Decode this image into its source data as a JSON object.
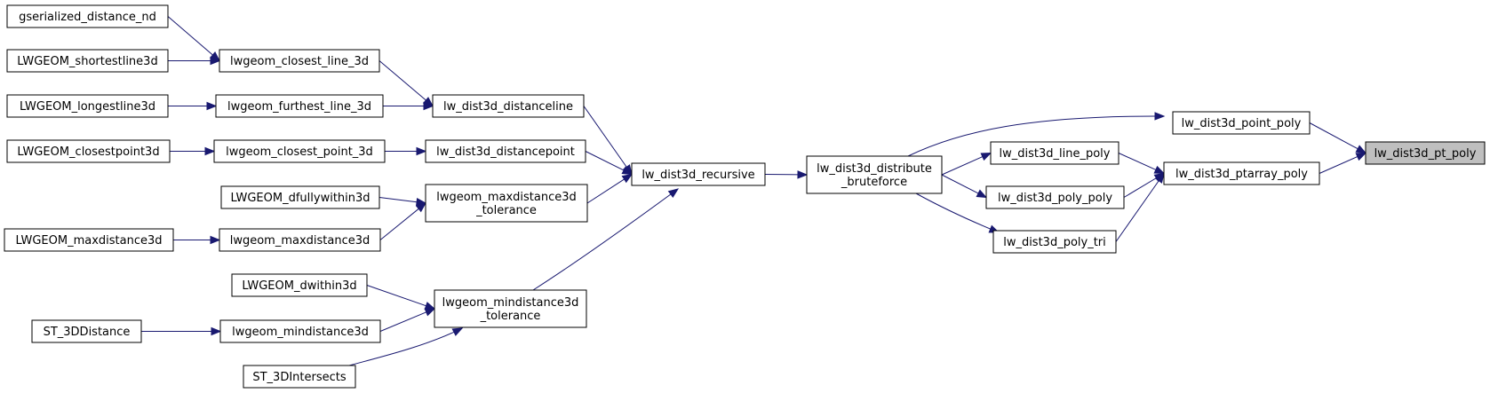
{
  "nodes": [
    {
      "id": "n0",
      "lines": [
        "lw_dist3d_pt_poly"
      ],
      "current": true
    },
    {
      "id": "n1",
      "lines": [
        "lw_dist3d_point_poly"
      ]
    },
    {
      "id": "n2",
      "lines": [
        "lw_dist3d_ptarray_poly"
      ]
    },
    {
      "id": "n3",
      "lines": [
        "lw_dist3d_distribute",
        "_bruteforce"
      ]
    },
    {
      "id": "n4",
      "lines": [
        "lw_dist3d_line_poly"
      ]
    },
    {
      "id": "n5",
      "lines": [
        "lw_dist3d_poly_poly"
      ]
    },
    {
      "id": "n6",
      "lines": [
        "lw_dist3d_poly_tri"
      ]
    },
    {
      "id": "n7",
      "lines": [
        "lw_dist3d_recursive"
      ]
    },
    {
      "id": "n8",
      "lines": [
        "lw_dist3d_distanceline"
      ]
    },
    {
      "id": "n9",
      "lines": [
        "lw_dist3d_distancepoint"
      ]
    },
    {
      "id": "n10",
      "lines": [
        "lwgeom_maxdistance3d",
        "_tolerance"
      ]
    },
    {
      "id": "n11",
      "lines": [
        "lwgeom_mindistance3d",
        "_tolerance"
      ]
    },
    {
      "id": "n12",
      "lines": [
        "lwgeom_closest_line_3d"
      ]
    },
    {
      "id": "n13",
      "lines": [
        "lwgeom_furthest_line_3d"
      ]
    },
    {
      "id": "n14",
      "lines": [
        "lwgeom_closest_point_3d"
      ]
    },
    {
      "id": "n15",
      "lines": [
        "LWGEOM_dfullywithin3d"
      ]
    },
    {
      "id": "n16",
      "lines": [
        "lwgeom_maxdistance3d"
      ]
    },
    {
      "id": "n17",
      "lines": [
        "LWGEOM_dwithin3d"
      ]
    },
    {
      "id": "n18",
      "lines": [
        "lwgeom_mindistance3d"
      ]
    },
    {
      "id": "n19",
      "lines": [
        "ST_3DIntersects"
      ]
    },
    {
      "id": "n20",
      "lines": [
        "gserialized_distance_nd"
      ]
    },
    {
      "id": "n21",
      "lines": [
        "LWGEOM_shortestline3d"
      ]
    },
    {
      "id": "n22",
      "lines": [
        "LWGEOM_longestline3d"
      ]
    },
    {
      "id": "n23",
      "lines": [
        "LWGEOM_closestpoint3d"
      ]
    },
    {
      "id": "n24",
      "lines": [
        "LWGEOM_maxdistance3d"
      ]
    },
    {
      "id": "n25",
      "lines": [
        "ST_3DDistance"
      ]
    }
  ],
  "edges": [
    {
      "from": "n1",
      "to": "n0"
    },
    {
      "from": "n2",
      "to": "n0"
    },
    {
      "from": "n3",
      "to": "n1"
    },
    {
      "from": "n4",
      "to": "n2"
    },
    {
      "from": "n5",
      "to": "n2"
    },
    {
      "from": "n6",
      "to": "n2"
    },
    {
      "from": "n3",
      "to": "n4"
    },
    {
      "from": "n3",
      "to": "n5"
    },
    {
      "from": "n3",
      "to": "n6"
    },
    {
      "from": "n7",
      "to": "n3"
    },
    {
      "from": "n8",
      "to": "n7"
    },
    {
      "from": "n9",
      "to": "n7"
    },
    {
      "from": "n10",
      "to": "n7"
    },
    {
      "from": "n11",
      "to": "n7"
    },
    {
      "from": "n12",
      "to": "n8"
    },
    {
      "from": "n13",
      "to": "n8"
    },
    {
      "from": "n14",
      "to": "n9"
    },
    {
      "from": "n15",
      "to": "n10"
    },
    {
      "from": "n16",
      "to": "n10"
    },
    {
      "from": "n17",
      "to": "n11"
    },
    {
      "from": "n18",
      "to": "n11"
    },
    {
      "from": "n19",
      "to": "n11"
    },
    {
      "from": "n20",
      "to": "n12"
    },
    {
      "from": "n21",
      "to": "n12"
    },
    {
      "from": "n22",
      "to": "n13"
    },
    {
      "from": "n23",
      "to": "n14"
    },
    {
      "from": "n24",
      "to": "n16"
    },
    {
      "from": "n25",
      "to": "n18"
    }
  ],
  "colors": {
    "edge": "#191970",
    "current_fill": "#bfbfbf"
  }
}
